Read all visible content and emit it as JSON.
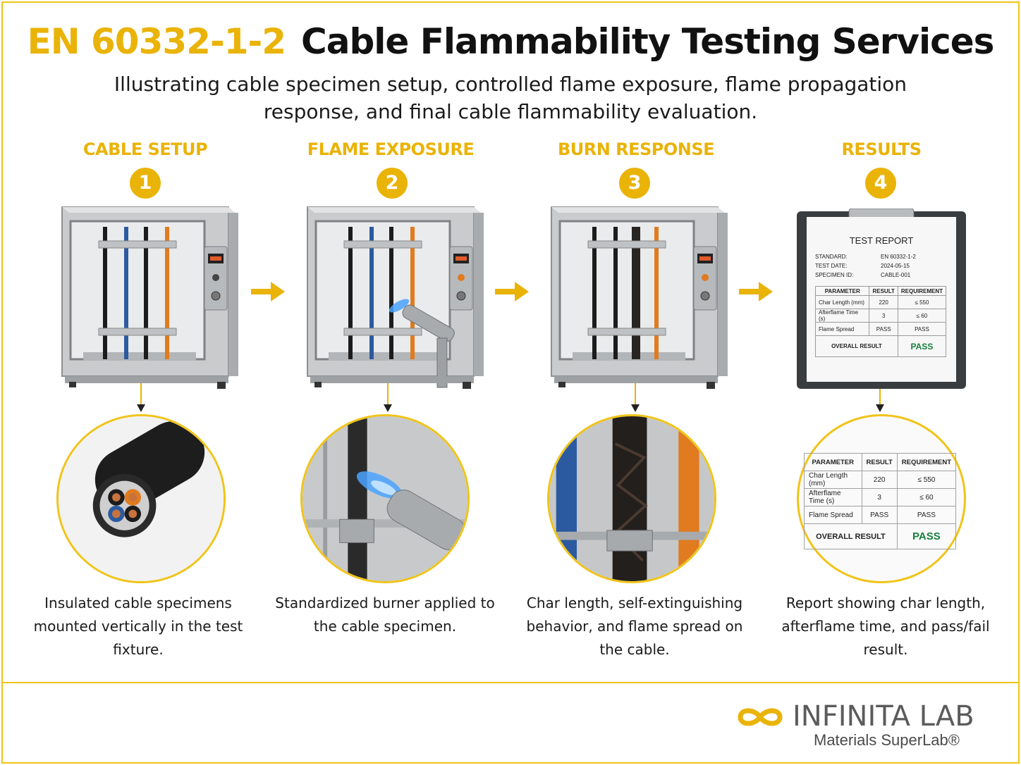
{
  "header": {
    "code": "EN 60332-1-2",
    "title": "Cable Flammability Testing Services",
    "subtitle": "Illustrating cable specimen setup, controlled flame exposure, flame propagation response, and final cable flammability evaluation."
  },
  "steps": [
    {
      "number": "1",
      "label": "CABLE SETUP",
      "caption": "Insulated cable specimens mounted vertically in the test fixture."
    },
    {
      "number": "2",
      "label": "FLAME EXPOSURE",
      "caption": "Standardized burner applied to the cable specimen."
    },
    {
      "number": "3",
      "label": "BURN RESPONSE",
      "caption": "Char length, self-extinguishing behavior, and flame spread on the cable."
    },
    {
      "number": "4",
      "label": "RESULTS",
      "caption": "Report showing char length, afterflame time, and pass/fail result."
    }
  ],
  "report": {
    "title": "TEST REPORT",
    "meta": [
      {
        "key": "STANDARD:",
        "value": "EN 60332-1-2"
      },
      {
        "key": "TEST DATE:",
        "value": "2024-05-15"
      },
      {
        "key": "SPECIMEN ID:",
        "value": "CABLE-001"
      }
    ],
    "headers": [
      "PARAMETER",
      "RESULT",
      "REQUIREMENT"
    ],
    "rows": [
      {
        "parameter": "Char Length (mm)",
        "result": "220",
        "requirement": "≤ 550"
      },
      {
        "parameter": "Afterflame Time (s)",
        "result": "3",
        "requirement": "≤ 60"
      },
      {
        "parameter": "Flame Spread",
        "result": "PASS",
        "requirement": "PASS"
      }
    ],
    "overall_label": "OVERALL RESULT",
    "overall_value": "PASS"
  },
  "logo": {
    "brand": "INFINITA LAB",
    "tagline": "Materials SuperLab®"
  },
  "colors": {
    "accent": "#eab308",
    "pass": "#15803d",
    "cable_blue": "#2c5aa0",
    "cable_orange": "#e07b1f"
  }
}
